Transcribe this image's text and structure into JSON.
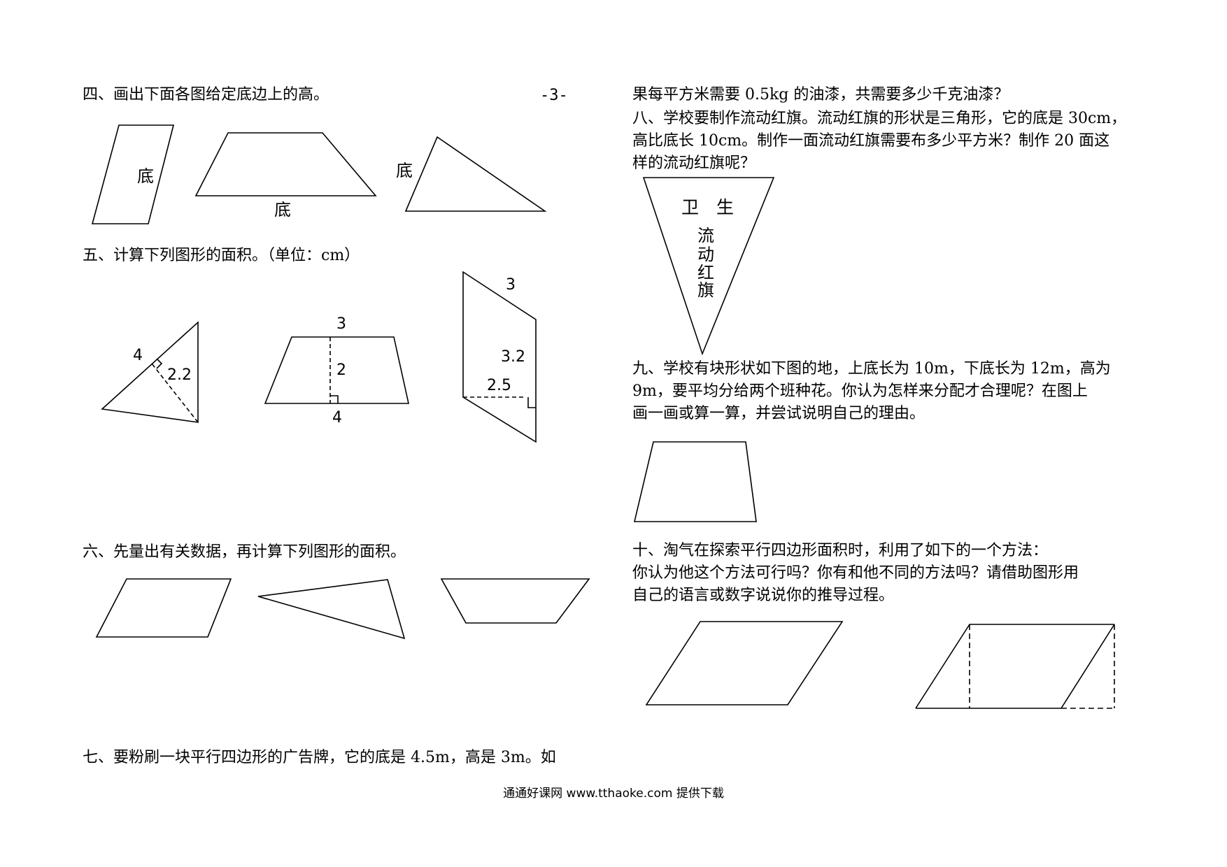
{
  "page_number": "-3-",
  "left": {
    "q4": {
      "title": "四、画出下面各图给定底边上的高。",
      "base_label": "底"
    },
    "q5": {
      "title": "五、计算下列图形的面积。（单位：cm）",
      "triangle": {
        "side": "4",
        "height": "2.2"
      },
      "trapezoid": {
        "top": "3",
        "height": "2",
        "bottom": "4"
      },
      "parallelogram": {
        "side": "3",
        "height_a": "3.2",
        "height_b": "2.5"
      }
    },
    "q6": {
      "title": "六、先量出有关数据，再计算下列图形的面积。"
    },
    "q7": {
      "title": "七、要粉刷一块平行四边形的广告牌，它的底是 4.5m，高是 3m。如"
    }
  },
  "right": {
    "q7_cont": "果每平方米需要 0.5kg 的油漆，共需要多少千克油漆？",
    "q8": {
      "lines": [
        "八、学校要制作流动红旗。流动红旗的形状是三角形，它的底是 30cm，",
        "高比底长 10cm。制作一面流动红旗需要布多少平方米？制作 20 面这",
        "样的流动红旗呢？"
      ],
      "flag_top": "卫　生",
      "flag_chars": [
        "流",
        "动",
        "红",
        "旗"
      ]
    },
    "q9": {
      "lines": [
        "九、学校有块形状如下图的地，上底长为 10m，下底长为 12m，高为",
        "9m，要平均分给两个班种花。你认为怎样来分配才合理呢？在图上",
        "画一画或算一算，并尝试说明自己的理由。"
      ]
    },
    "q10": {
      "lines": [
        "十、淘气在探索平行四边形面积时，利用了如下的一个方法：",
        "你认为他这个方法可行吗？你有和他不同的方法吗？请借助图形用",
        "自己的语言或数字说说你的推导过程。"
      ]
    }
  },
  "footer": "通通好课网 www.tthaoke.com 提供下载"
}
